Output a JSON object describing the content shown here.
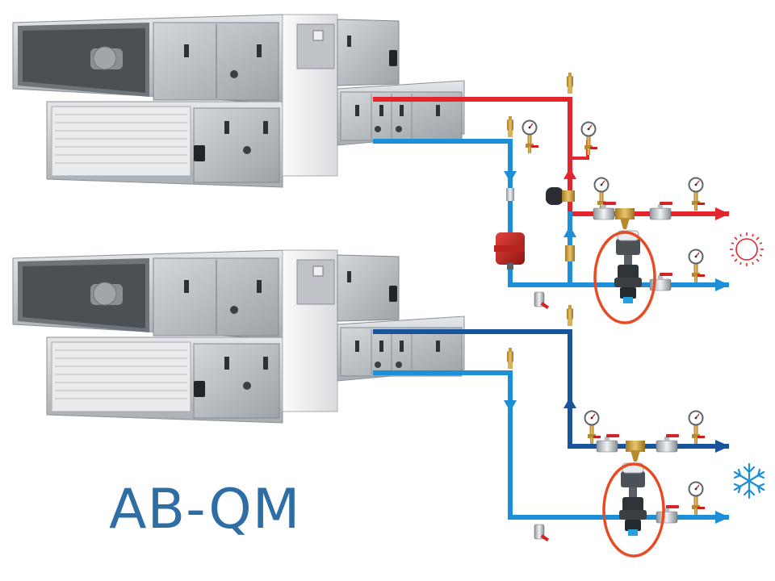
{
  "title": "AB-QM",
  "colors": {
    "hot_supply": "#e3262e",
    "supply_light": "#1c8fd8",
    "cold_supply": "#17549c",
    "highlight": "#e84a23",
    "title": "#2f6ea5",
    "ahu_panel": "#c7cbcf",
    "ahu_light": "#e6e8ea"
  },
  "icons": {
    "heating": "sun-icon",
    "cooling": "snowflake-icon"
  },
  "units": [
    {
      "name": "heating-unit",
      "mode": "heating"
    },
    {
      "name": "cooling-unit",
      "mode": "cooling"
    }
  ]
}
